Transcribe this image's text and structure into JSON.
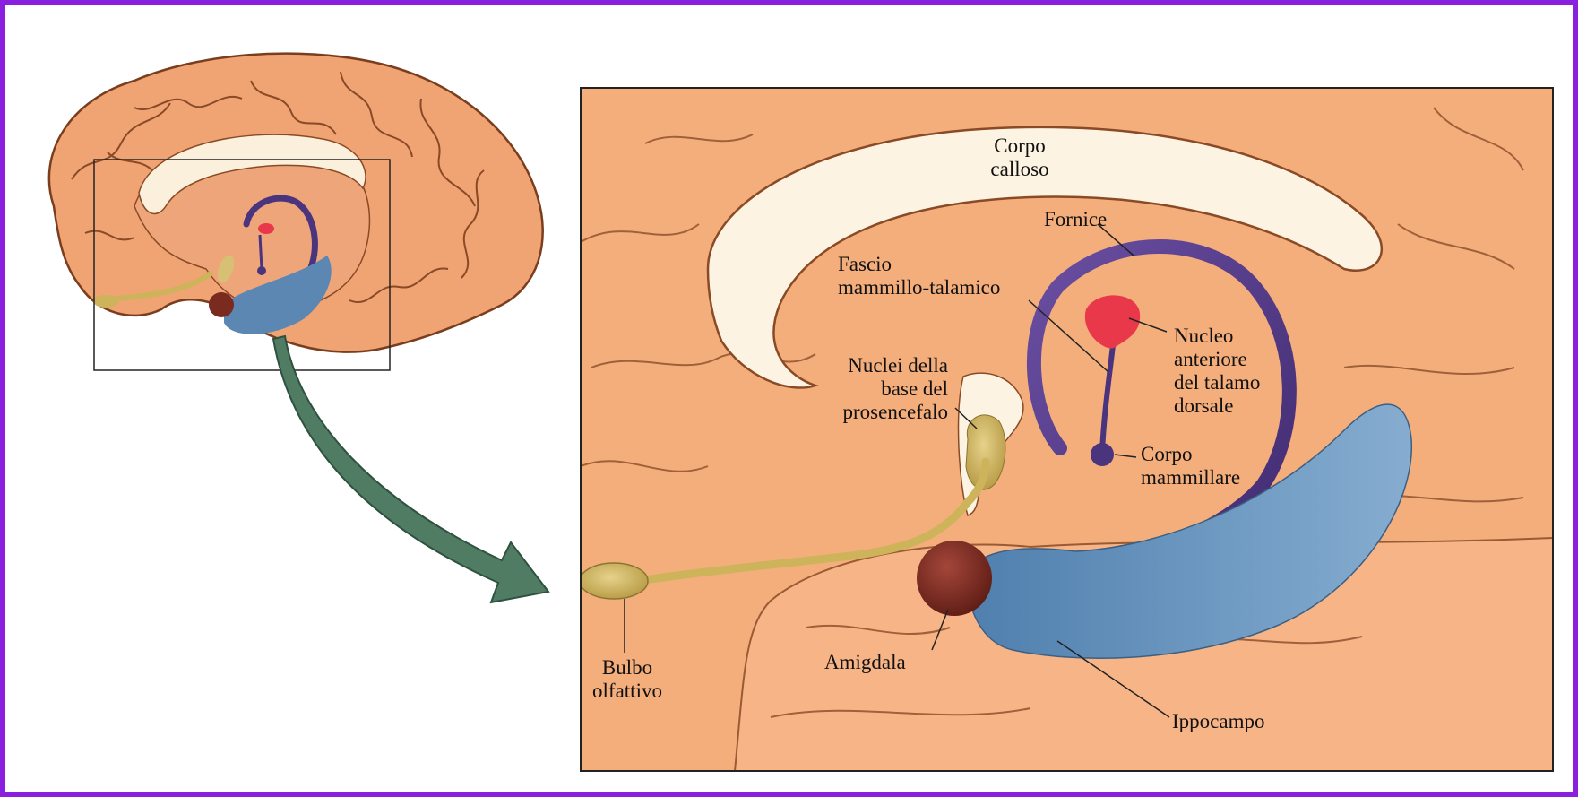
{
  "colors": {
    "frame_border": "#8a1fe0",
    "cortex": "#f2a877",
    "corpus_callosum": "#fbf0dc",
    "fornix": "#5a3f8f",
    "anterior_nucleus": "#e8384a",
    "hippocampus": "#5b87b2",
    "amygdala": "#7b2a20",
    "olfactory": "#cdb35a",
    "arrow": "#4f7c62"
  },
  "labels": {
    "corpo_calloso": "Corpo\ncalloso",
    "fornice": "Fornice",
    "fascio": "Fascio\nmammillo-talamico",
    "nucleo_anteriore": "Nucleo\nanteriore\ndel talamo\ndorsale",
    "nuclei_base": "Nuclei della\nbase del\nprosencefalo",
    "corpo_mammillare": "Corpo\nmammillare",
    "bulbo_olfattivo": "Bulbo\nolfattivo",
    "amigdala": "Amigdala",
    "ippocampo": "Ippocampo"
  }
}
